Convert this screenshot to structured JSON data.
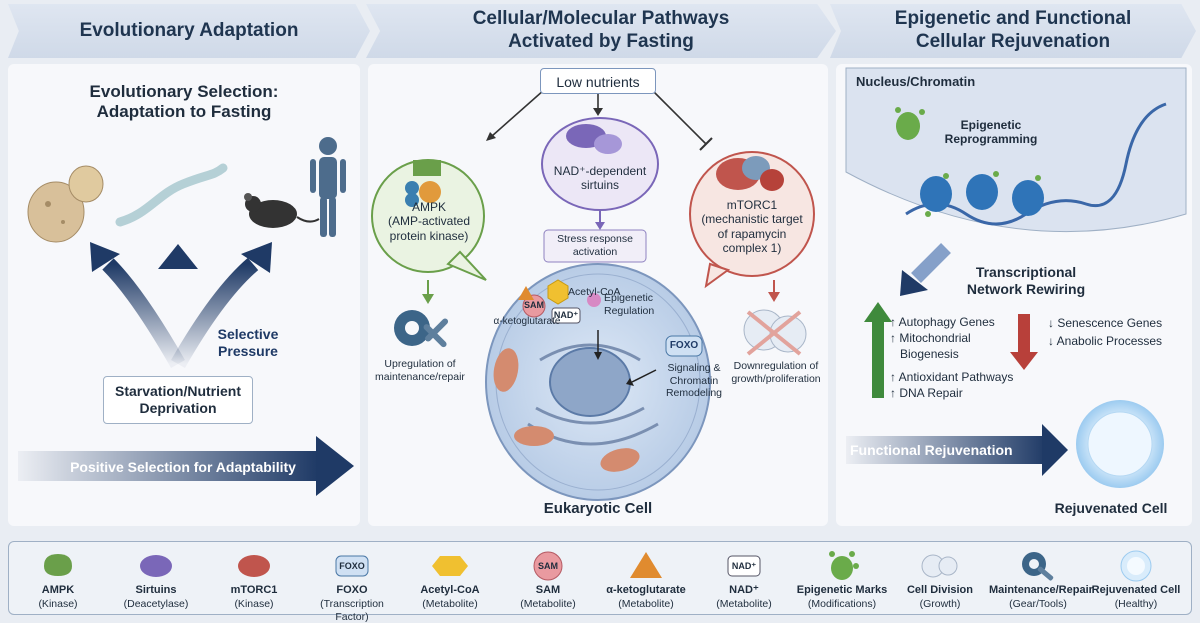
{
  "headers": {
    "col1": "Evolutionary Adaptation",
    "col2_line1": "Cellular/Molecular Pathways",
    "col2_line2": "Activated by Fasting",
    "col3_line1": "Epigenetic and Functional",
    "col3_line2": "Cellular Rejuvenation"
  },
  "panel1": {
    "title_line1": "Evolutionary Selection:",
    "title_line2": "Adaptation to Fasting",
    "selective_line1": "Selective",
    "selective_line2": "Pressure",
    "starvation_line1": "Starvation/Nutrient",
    "starvation_line2": "Deprivation",
    "positive_selection": "Positive Selection for Adaptability"
  },
  "panel2": {
    "low_nutrients": "Low nutrients",
    "ampk_line1": "AMPK",
    "ampk_line2": "(AMP-activated",
    "ampk_line3": "protein kinase)",
    "sirt_line1": "NAD⁺-dependent",
    "sirt_line2": "sirtuins",
    "stress_line1": "Stress response",
    "stress_line2": "activation",
    "mtor_line1": "mTORC1",
    "mtor_line2": "(mechanistic target",
    "mtor_line3": "of rapamycin",
    "mtor_line4": "complex 1)",
    "upregulation_line1": "Upregulation of",
    "upregulation_line2": "maintenance/repair",
    "downregulation_line1": "Downregulation of",
    "downregulation_line2": "growth/proliferation",
    "acetyl": "Acetyl-CoA",
    "sam": "SAM",
    "epigenetic_reg_line1": "Epigenetic",
    "epigenetic_reg_line2": "Regulation",
    "akg": "α-ketoglutarate",
    "nad": "NAD⁺",
    "foxo": "FOXO",
    "signaling_line1": "Signaling &",
    "signaling_line2": "Chromatin",
    "signaling_line3": "Remodeling",
    "cell_label": "Eukaryotic Cell"
  },
  "panel3": {
    "nucleus": "Nucleus/Chromatin",
    "epi_line1": "Epigenetic",
    "epi_line2": "Reprogramming",
    "trans_line1": "Transcriptional",
    "trans_line2": "Network Rewiring",
    "up_genes": [
      "↑ Autophagy Genes",
      "↑ Mitochondrial",
      "Biogenesis",
      "↑ Antioxidant Pathways",
      "↑ DNA Repair"
    ],
    "down_genes": [
      "↓ Senescence Genes",
      "↓ Anabolic Processes"
    ],
    "functional": "Functional Rejuvenation",
    "rejuvenated": "Rejuvenated Cell"
  },
  "legend": [
    {
      "name": "AMPK",
      "sub": "(Kinase)",
      "icon": "ampk-icon"
    },
    {
      "name": "Sirtuins",
      "sub": "(Deacetylase)",
      "icon": "sirtuins-icon"
    },
    {
      "name": "mTORC1",
      "sub": "(Kinase)",
      "icon": "mtorc1-icon"
    },
    {
      "name": "FOXO",
      "sub": "(Transcription Factor)",
      "icon": "foxo-icon",
      "badge": "FOXO"
    },
    {
      "name": "Acetyl-CoA",
      "sub": "(Metabolite)",
      "icon": "acetyl-coa-icon"
    },
    {
      "name": "SAM",
      "sub": "(Metabolite)",
      "icon": "sam-icon",
      "badge": "SAM"
    },
    {
      "name": "α-ketoglutarate",
      "sub": "(Metabolite)",
      "icon": "alpha-ketoglutarate-icon"
    },
    {
      "name": "NAD⁺",
      "sub": "(Metabolite)",
      "icon": "nad-icon",
      "badge": "NAD⁺"
    },
    {
      "name": "Epigenetic Marks",
      "sub": "(Modifications)",
      "icon": "epigenetic-marks-icon"
    },
    {
      "name": "Cell Division",
      "sub": "(Growth)",
      "icon": "cell-division-icon"
    },
    {
      "name": "Maintenance/Repair",
      "sub": "(Gear/Tools)",
      "icon": "gear-tools-icon"
    },
    {
      "name": "Rejuvenated Cell",
      "sub": "(Healthy)",
      "icon": "rejuvenated-cell-icon"
    }
  ],
  "colors": {
    "ampk": "#6a9f4a",
    "sirtuins": "#7a67b8",
    "mtorc1": "#c0554d",
    "navy": "#1f3a66",
    "up": "#3f8a3c",
    "down": "#b8403a"
  }
}
